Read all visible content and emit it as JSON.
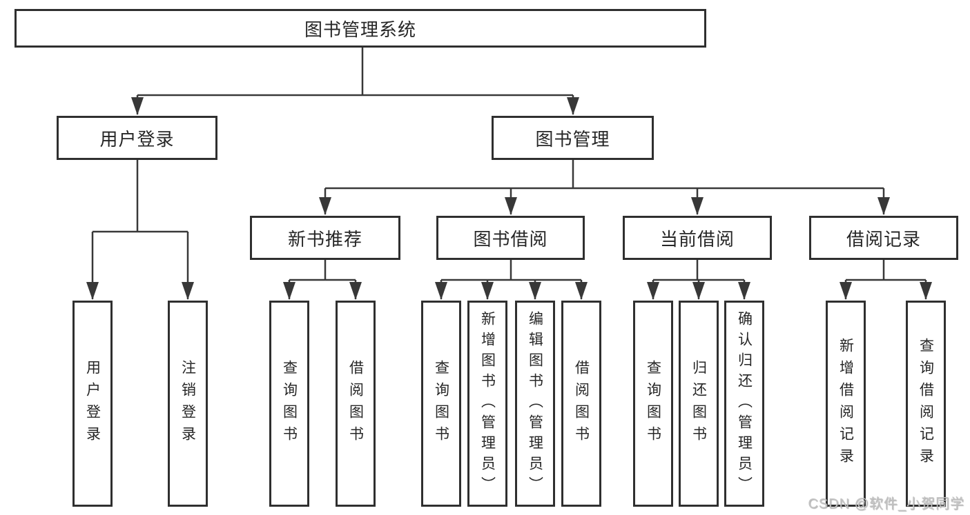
{
  "tree": {
    "root": {
      "label": "图书管理系统"
    },
    "level2": [
      {
        "label": "用户登录"
      },
      {
        "label": "图书管理"
      }
    ],
    "level3": [
      {
        "label": "新书推荐"
      },
      {
        "label": "图书借阅"
      },
      {
        "label": "当前借阅"
      },
      {
        "label": "借阅记录"
      }
    ],
    "leaves": [
      {
        "label": "用户登录"
      },
      {
        "label": "注销登录"
      },
      {
        "label": "查询图书"
      },
      {
        "label": "借阅图书"
      },
      {
        "label": "查询图书"
      },
      {
        "label": "新增图书（管理员）"
      },
      {
        "label": "编辑图书（管理员）"
      },
      {
        "label": "借阅图书"
      },
      {
        "label": "查询图书"
      },
      {
        "label": "归还图书"
      },
      {
        "label": "确认归还（管理员）"
      },
      {
        "label": "新增借阅记录"
      },
      {
        "label": "查询借阅记录"
      }
    ]
  },
  "watermark": {
    "text": "CSDN @软件_小贺同学"
  },
  "colors": {
    "line": "#383838",
    "box_border": "#2f2f2f",
    "text": "#262626",
    "background": "#ffffff",
    "watermark": "#c3c3c3"
  }
}
